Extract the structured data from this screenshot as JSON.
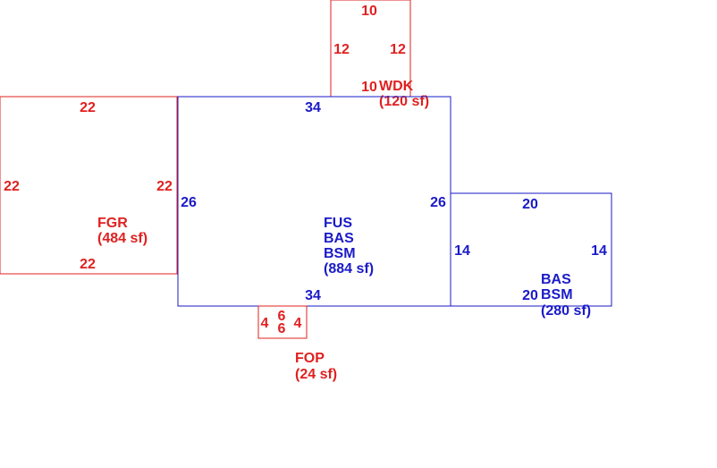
{
  "colors": {
    "red": "#e02020",
    "blue": "#1a1ac8",
    "background": "#ffffff"
  },
  "areas": {
    "wdk": {
      "code": "WDK",
      "area": "(120 sf)",
      "dims": {
        "top": "10",
        "bottom": "10",
        "left": "12",
        "right": "12"
      }
    },
    "fgr": {
      "code": "FGR",
      "area": "(484 sf)",
      "dims": {
        "top": "22",
        "bottom": "22",
        "left": "22",
        "right": "22"
      }
    },
    "main": {
      "line1": "FUS",
      "line2": "BAS",
      "line3": "BSM",
      "area": "(884 sf)",
      "dims": {
        "top": "34",
        "bottom": "34",
        "left": "26",
        "right": "26"
      }
    },
    "side": {
      "line1": "BAS",
      "line2": "BSM",
      "area": "(280 sf)",
      "dims": {
        "top": "20",
        "bottom": "20",
        "left": "14",
        "right": "14"
      }
    },
    "fop": {
      "code": "FOP",
      "area": "(24 sf)",
      "dims": {
        "top": "6",
        "bottom": "6",
        "left": "4",
        "right": "4"
      }
    }
  }
}
